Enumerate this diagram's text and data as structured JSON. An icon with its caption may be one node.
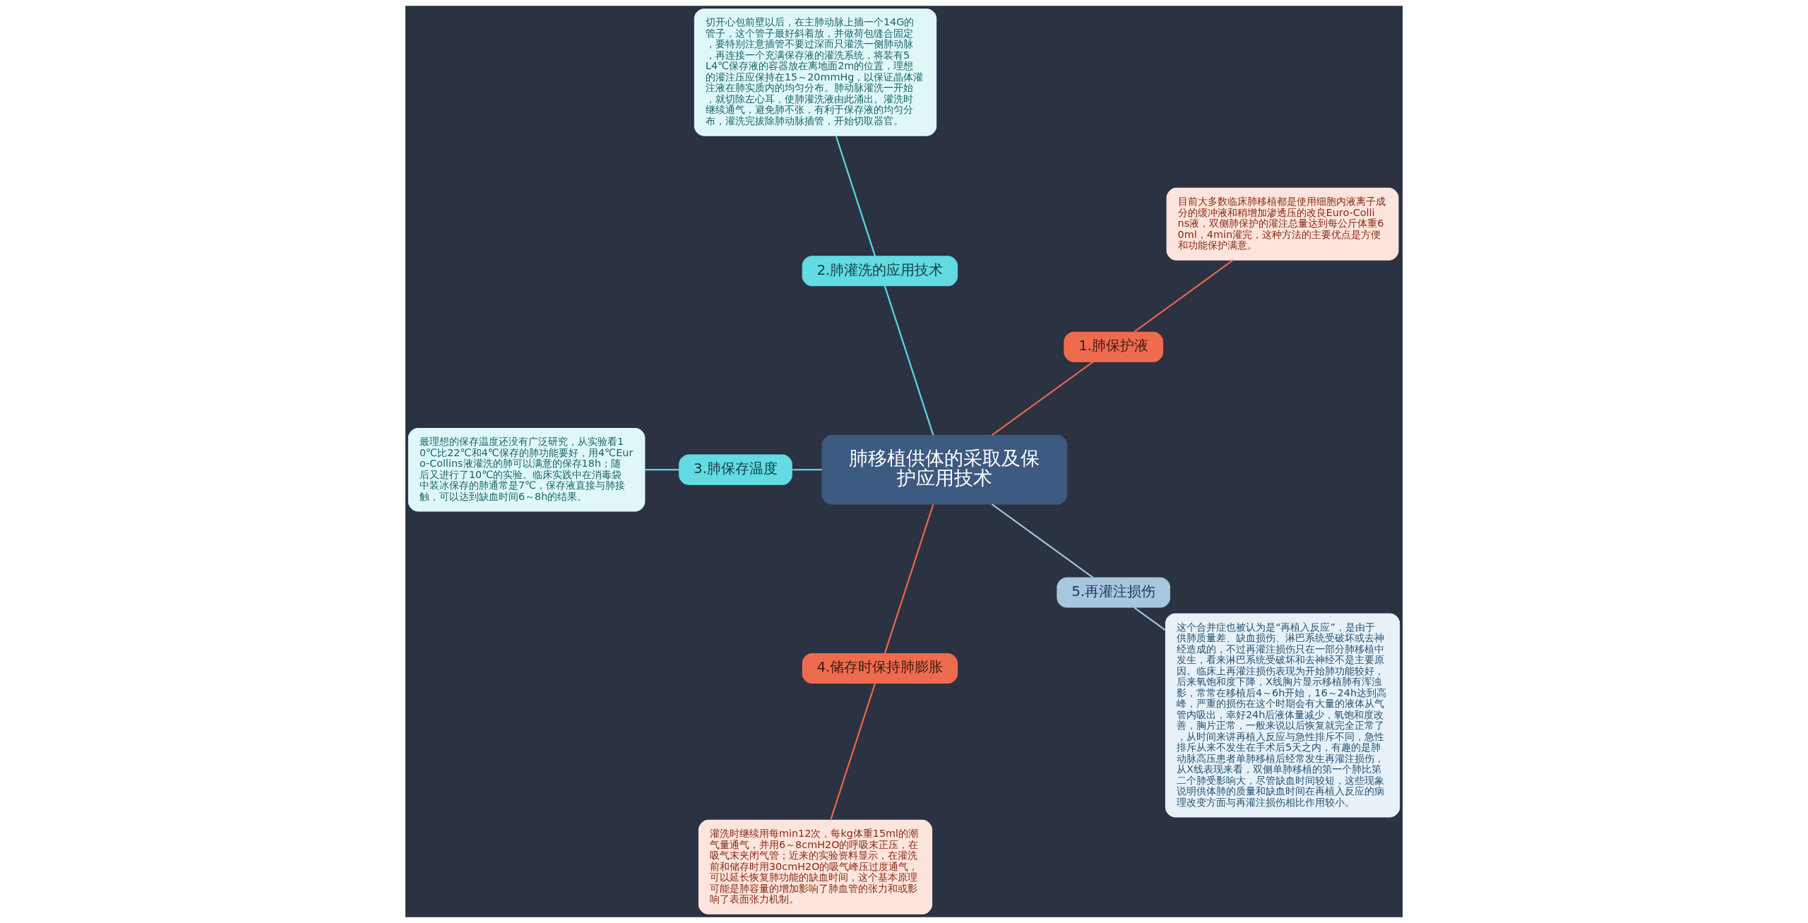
{
  "diagram": {
    "nodes": [
      {
        "text": [
          "肺移植供体的采取及保护应用技术"
        ]
      },
      {
        "text": [
          "1.肺保护液"
        ]
      },
      {
        "text": [
          "目前大多数临床肺移植都是使用细胞内液离子成分的缓冲液和稍增加渗透压的改良Euro-Collins液，双侧肺保护的灌注总量达到每公斤体重60ml，4min灌完，这种方法的主要优点是方便和功能保护满意。"
        ]
      },
      {
        "text": [
          "2.肺灌洗的应用技术"
        ]
      },
      {
        "text": [
          "切开心包前壁以后，在主肺动脉上插一个14G的管子，这个管子最好斜着放，并做荷包缝合固定，要特别注意插管不要过深而只灌洗一侧肺动脉，再连接一个充满保存液的灌洗系统，将装有5L4℃保存液的容器放在离地面2m的位置，理想的灌注压应保持在15～20mmHg，以保证晶体灌注液在肺实质内的均匀分布。肺动脉灌洗一开始，就切除左心耳，使肺灌洗液由此涌出。灌洗时继续通气，避免肺不张，有利于保存液的均匀分布，灌洗完拔除肺动脉插管，开始切取器官。"
        ]
      },
      {
        "text": [
          "3.肺保存温度"
        ]
      },
      {
        "text": [
          "最理想的保存温度还没有广泛研究，从实验看10℃比22℃和4℃保存的肺功能要好，用4℃Euro-Collins液灌洗的肺可以满意的保存18h；随后又进行了10℃的实验。临床实践中在消毒袋中装冰保存的肺通常是7℃，保存液直接与肺接触，可以达到缺血时间6～8h的结果。"
        ]
      },
      {
        "text": [
          "4.储存时保持肺膨胀"
        ]
      },
      {
        "text": [
          "灌洗时继续用每min12次，每kg体重15ml的潮气量通气，并用6～8cmH2O的呼吸末正压，在吸气末夹闭气管；近来的实验资料显示，在灌洗前和储存时用30cmH2O的吸气峰压过度通气，可以延长恢复肺功能的缺血时间，这个基本原理可能是肺容量的增加影响了肺血管的张力和或影响了表面张力机制。"
        ]
      },
      {
        "text": [
          "5.再灌注损伤"
        ]
      },
      {
        "text": [
          "这个合并症也被认为是“再植入反应”，是由于供肺质量差、缺血损伤、淋巴系统受破坏或去神经造成的，不过再灌注损伤只在一部分肺移植中发生，看来淋巴系统受破坏和去神经不是主要原因。临床上再灌注损伤表现为开始肺功能较好，后来氧饱和度下降，X线胸片显示移植肺有浑浊影，常常在移植后4～6h开始，16～24h达到高峰，严重的损伤在这个时期会有大量的液体从气管内吸出，幸好24h后液体量减少，氧饱和度改善，胸片正常，一般来说以后恢复就完全正常了，从时间来讲再植入反应与急性排斥不同，急性排斥从来不发生在手术后5天之内，有趣的是肺动脉高压患者单肺移植后经常发生再灌注损伤，从X线表现来看，双侧单肺移植的第一个肺比第二个肺受影响大，尽管缺血时间较短，这些现象说明供体肺的质量和缺血时间在再植入反应的病理改变方面与再灌注损伤相比作用较小。"
        ]
      }
    ],
    "edges": [
      {
        "from": 0,
        "to": 1,
        "arrow": "none",
        "color": "#e8674b"
      },
      {
        "from": 1,
        "to": 2,
        "arrow": "none",
        "color": "#e8674b"
      },
      {
        "from": 0,
        "to": 3,
        "arrow": "none",
        "color": "#5fd6dd"
      },
      {
        "from": 3,
        "to": 4,
        "arrow": "none",
        "color": "#5fd6dd"
      },
      {
        "from": 0,
        "to": 5,
        "arrow": "none",
        "color": "#5fd6dd"
      },
      {
        "from": 5,
        "to": 6,
        "arrow": "none",
        "color": "#5fd6dd"
      },
      {
        "from": 0,
        "to": 7,
        "arrow": "none",
        "color": "#e8674b"
      },
      {
        "from": 7,
        "to": 8,
        "arrow": "none",
        "color": "#e8674b"
      },
      {
        "from": 0,
        "to": 9,
        "arrow": "none",
        "color": "#a3c6de"
      },
      {
        "from": 9,
        "to": 10,
        "arrow": "none",
        "color": "#a3c6de"
      }
    ]
  }
}
